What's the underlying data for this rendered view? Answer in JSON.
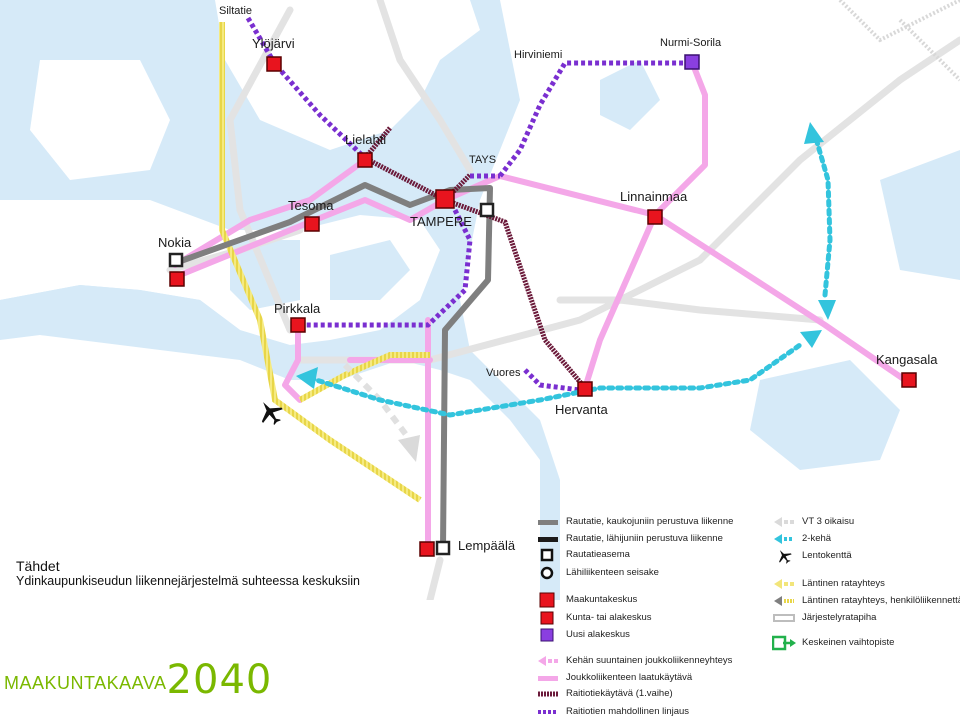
{
  "map": {
    "places": {
      "siltatie": "Siltatie",
      "ylojarvi": "Ylöjärvi",
      "hirviniemi": "Hirviniemi",
      "nurmi_sorila": "Nurmi-Sorila",
      "lielahti": "Lielahti",
      "tays": "TAYS",
      "tesoma": "Tesoma",
      "tampere": "TAMPERE",
      "linnainmaa": "Linnainmaa",
      "nokia": "Nokia",
      "pirkkala": "Pirkkala",
      "kangasala": "Kangasala",
      "vuores": "Vuores",
      "hervanta": "Hervanta",
      "lempaala": "Lempäälä"
    }
  },
  "caption": {
    "title": "Tähdet",
    "subtitle": "Ydinkaupunkiseudun liikennejärjestelmä suhteessa keskuksiin"
  },
  "brand": {
    "word": "MAAKUNTAKAAVA",
    "year": "2040"
  },
  "legend": {
    "col1": [
      {
        "id": "rail_long",
        "label": "Rautatie, kaukojuniin perustuva liikenne"
      },
      {
        "id": "rail_local",
        "label": "Rautatie, lähijuniin perustuva liikenne"
      },
      {
        "id": "station",
        "label": "Rautatieasema"
      },
      {
        "id": "local_stop",
        "label": "Lähiliikenteen seisake"
      },
      {
        "id": "regional_center",
        "label": "Maakuntakeskus"
      },
      {
        "id": "municipal_center",
        "label": "Kunta- tai alakeskus"
      },
      {
        "id": "new_subcenter",
        "label": "Uusi alakeskus"
      },
      {
        "id": "dev_transit",
        "label": "Kehän suuntainen joukkoliikenneyhteys"
      },
      {
        "id": "quality_corridor",
        "label": "Joukkoliikenteen laatukäytävä"
      },
      {
        "id": "tram_phase1",
        "label": "Raitiotiekäytävä (1.vaihe)"
      },
      {
        "id": "tram_possible",
        "label": "Raitiotien mahdollinen linjaus"
      }
    ],
    "col2": [
      {
        "id": "vt3",
        "label": "VT 3 oikaisu"
      },
      {
        "id": "ring2",
        "label": "2-kehä"
      },
      {
        "id": "airport",
        "label": "Lentokenttä"
      },
      {
        "id": "western_rail",
        "label": "Läntinen ratayhteys"
      },
      {
        "id": "western_rail_pass",
        "label": "Läntinen ratayhteys, henkilöliikennettä"
      },
      {
        "id": "marshalling",
        "label": "Järjestelyratapiha"
      },
      {
        "id": "interchange",
        "label": "Keskeinen vaihtopiste"
      }
    ]
  },
  "colors": {
    "water": "#d6eaf8",
    "land": "#ffffff",
    "road": "#e6e6e6",
    "rail_long": "#7f7f7f",
    "rail_local": "#1a1a1a",
    "tram": "#6b1a3a",
    "tram_possible": "#7a2fd0",
    "quality_corridor": "#f4a7e8",
    "ring2": "#33c4dd",
    "western_rail": "#f2e57a",
    "center_red": "#e8141e",
    "new_center": "#8a3fe0",
    "brand": "#7ab800"
  }
}
